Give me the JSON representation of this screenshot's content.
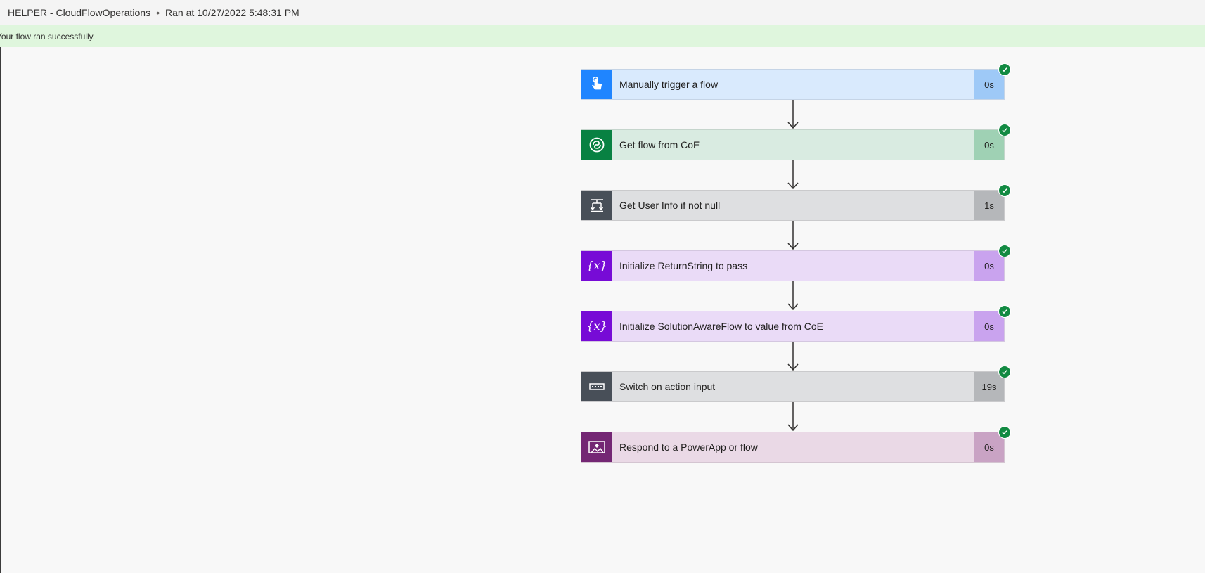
{
  "header": {
    "flow_name": "HELPER - CloudFlowOperations",
    "separator": "•",
    "run_info": "Ran at 10/27/2022 5:48:31 PM"
  },
  "banner": {
    "message": "Your flow ran successfully."
  },
  "steps": [
    {
      "title": "Manually trigger a flow",
      "duration": "0s",
      "status": "succeeded",
      "icon": "manual-trigger-icon",
      "icon_color": "#1f85ff",
      "card_color": "#d9eafd",
      "duration_color": "#9ec9f7"
    },
    {
      "title": "Get flow from CoE",
      "duration": "0s",
      "status": "succeeded",
      "icon": "dataverse-icon",
      "icon_color": "#088142",
      "card_color": "#d9ebe1",
      "duration_color": "#9fd1b4"
    },
    {
      "title": "Get User Info if not null",
      "duration": "1s",
      "status": "succeeded",
      "icon": "condition-icon",
      "icon_color": "#484f58",
      "card_color": "#dedfe1",
      "duration_color": "#b5b7ba"
    },
    {
      "title": "Initialize ReturnString to pass",
      "duration": "0s",
      "status": "succeeded",
      "icon": "variable-icon",
      "icon_color": "#770bd6",
      "card_color": "#eadbf7",
      "duration_color": "#c9a3ee"
    },
    {
      "title": "Initialize SolutionAwareFlow to value from CoE",
      "duration": "0s",
      "status": "succeeded",
      "icon": "variable-icon",
      "icon_color": "#770bd6",
      "card_color": "#eadbf7",
      "duration_color": "#c9a3ee"
    },
    {
      "title": "Switch on action input",
      "duration": "19s",
      "status": "succeeded",
      "icon": "switch-icon",
      "icon_color": "#484f58",
      "card_color": "#dedfe1",
      "duration_color": "#b5b7ba"
    },
    {
      "title": "Respond to a PowerApp or flow",
      "duration": "0s",
      "status": "succeeded",
      "icon": "powerapps-respond-icon",
      "icon_color": "#742774",
      "card_color": "#ead9e6",
      "duration_color": "#c9a3c4"
    }
  ]
}
